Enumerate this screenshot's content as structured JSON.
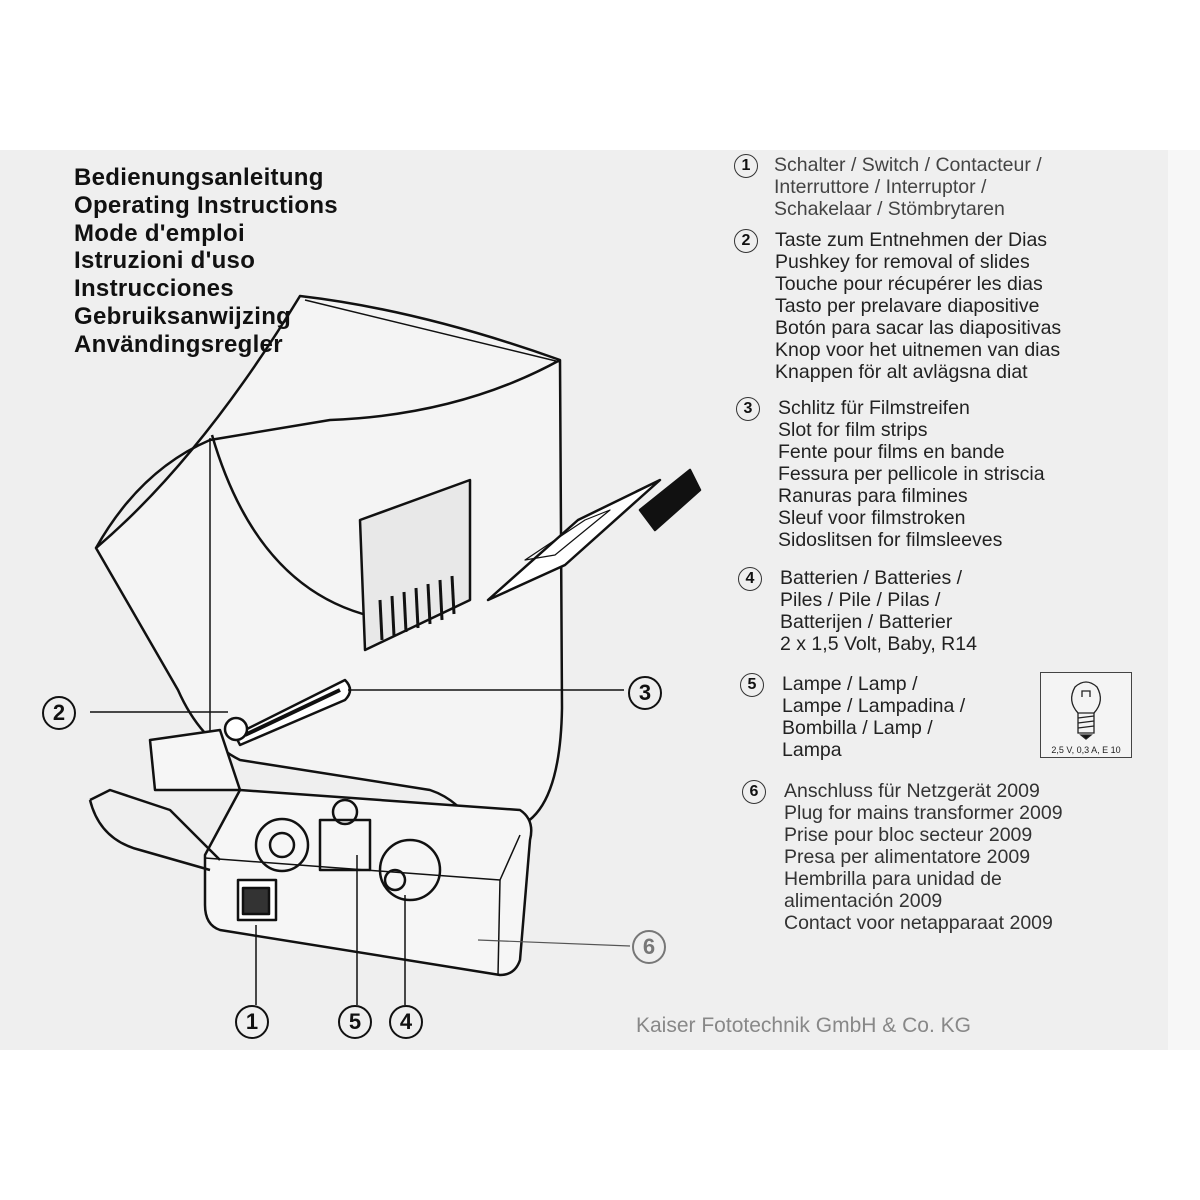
{
  "titles": [
    "Bedienungsanleitung",
    "Operating Instructions",
    "Mode d'emploi",
    "Istruzioni d'uso",
    "Instrucciones",
    "Gebruiksanwijzing",
    "Användingsregler"
  ],
  "legend": [
    {
      "num": "1",
      "lines": [
        "Schalter / Switch / Contacteur /",
        "Interruttore / Interruptor /",
        "Schakelaar / Stömbrytaren"
      ]
    },
    {
      "num": "2",
      "lines": [
        "Taste zum Entnehmen der Dias",
        "Pushkey for removal of slides",
        "Touche pour récupérer les dias",
        "Tasto per prelavare diapositive",
        "Botón para sacar las diapositivas",
        "Knop voor het uitnemen van dias",
        "Knappen för alt avlägsna diat"
      ]
    },
    {
      "num": "3",
      "lines": [
        "Schlitz für Filmstreifen",
        "Slot for film strips",
        "Fente pour films en bande",
        "Fessura per pellicole in striscia",
        "Ranuras para filmines",
        "Sleuf voor filmstroken",
        "Sidoslitsen for filmsleeves"
      ]
    },
    {
      "num": "4",
      "lines": [
        "Batterien / Batteries /",
        "Piles / Pile / Pilas /",
        "Batterijen / Batterier",
        "2 x 1,5 Volt, Baby, R14"
      ]
    },
    {
      "num": "5",
      "lines": [
        "Lampe / Lamp /",
        "Lampe / Lampadina /",
        "Bombilla / Lamp /",
        "Lampa"
      ]
    },
    {
      "num": "6",
      "lines": [
        "Anschluss für Netzgerät 2009",
        "Plug for mains transformer 2009",
        "Prise pour bloc secteur 2009",
        "Presa per alimentatore 2009",
        "Hembrilla para unidad de",
        "alimentación 2009",
        "Contact voor netapparaat 2009"
      ]
    }
  ],
  "bulb_spec": "2,5 V, 0,3 A, E 10",
  "callouts": {
    "c1": "1",
    "c2": "2",
    "c3": "3",
    "c4": "4",
    "c5": "5",
    "c6": "6"
  },
  "footer": "Kaiser Fototechnik GmbH & Co. KG"
}
